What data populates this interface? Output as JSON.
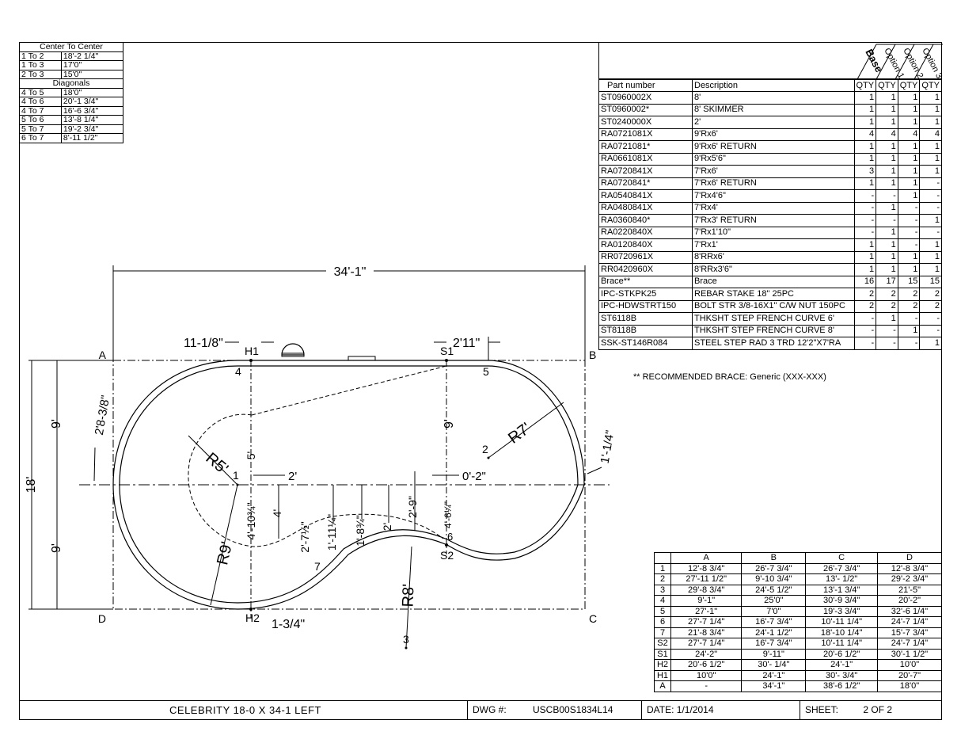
{
  "center_to_center": {
    "title": "Center To Center",
    "rows": [
      [
        "1 To 2",
        "18'-2 1/4\""
      ],
      [
        "1 To 3",
        "17'0\""
      ],
      [
        "2 To 3",
        "15'0\""
      ]
    ],
    "diagonals_title": "Diagonals",
    "diagonals": [
      [
        "4 To 5",
        "18'0\""
      ],
      [
        "4 To 6",
        "20'-1 3/4\""
      ],
      [
        "4 To 7",
        "16'-6 3/4\""
      ],
      [
        "5 To 6",
        "13'-8 1/4\""
      ],
      [
        "5 To 7",
        "19'-2 3/4\""
      ],
      [
        "6 To 7",
        "8'-11 1/2\""
      ]
    ]
  },
  "parts_table": {
    "option_headers": [
      "Base",
      "Option 1",
      "Option 2",
      "Option 3"
    ],
    "col_part": "Part number",
    "col_desc": "Description",
    "col_qty": "QTY",
    "rows": [
      [
        "ST0960002X",
        "8'",
        "1",
        "1",
        "1",
        "1"
      ],
      [
        "ST0960002*",
        "8' SKIMMER",
        "1",
        "1",
        "1",
        "1"
      ],
      [
        "ST0240000X",
        "2'",
        "1",
        "1",
        "1",
        "1"
      ],
      [
        "RA0721081X",
        "9'Rx6'",
        "4",
        "4",
        "4",
        "4"
      ],
      [
        "RA0721081*",
        "9'Rx6' RETURN",
        "1",
        "1",
        "1",
        "1"
      ],
      [
        "RA0661081X",
        "9'Rx5'6\"",
        "1",
        "1",
        "1",
        "1"
      ],
      [
        "RA0720841X",
        "7'Rx6'",
        "3",
        "1",
        "1",
        "1"
      ],
      [
        "RA0720841*",
        "7'Rx6' RETURN",
        "1",
        "1",
        "1",
        "-"
      ],
      [
        "RA0540841X",
        "7'Rx4'6\"",
        "-",
        "-",
        "1",
        "-"
      ],
      [
        "RA0480841X",
        "7'Rx4'",
        "-",
        "1",
        "-",
        "-"
      ],
      [
        "RA0360840*",
        "7'Rx3' RETURN",
        "-",
        "-",
        "-",
        "1"
      ],
      [
        "RA0220840X",
        "7'Rx1'10\"",
        "-",
        "1",
        "-",
        "-"
      ],
      [
        "RA0120840X",
        "7'Rx1'",
        "1",
        "1",
        "-",
        "1"
      ],
      [
        "RR0720961X",
        "8'RRx6'",
        "1",
        "1",
        "1",
        "1"
      ],
      [
        "RR0420960X",
        "8'RRx3'6\"",
        "1",
        "1",
        "1",
        "1"
      ],
      [
        "Brace**",
        "Brace",
        "16",
        "17",
        "15",
        "15"
      ],
      [
        "IPC-STKPK25",
        "REBAR STAKE 18\" 25PC",
        "2",
        "2",
        "2",
        "2"
      ],
      [
        "IPC-HDWSTRT150",
        "BOLT STR 3/8-16X1\" C/W NUT 150PC",
        "2",
        "2",
        "2",
        "2"
      ],
      [
        "ST6118B",
        "THKSHT STEP FRENCH CURVE 6'",
        "-",
        "1",
        "-",
        "-"
      ],
      [
        "ST8118B",
        "THKSHT STEP FRENCH CURVE 8'",
        "-",
        "-",
        "1",
        "-"
      ],
      [
        "SSK-ST146R084",
        "STEEL STEP RAD 3 TRD 12'2\"X7'RA",
        "-",
        "-",
        "-",
        "1"
      ]
    ],
    "note": "** RECOMMENDED BRACE:  Generic (XXX-XXX)"
  },
  "coord_table": {
    "headers": [
      "",
      "A",
      "B",
      "C",
      "D"
    ],
    "rows": [
      [
        "1",
        "12'-8 3/4\"",
        "26'-7 3/4\"",
        "26'-7 3/4\"",
        "12'-8 3/4\""
      ],
      [
        "2",
        "27'-11 1/2\"",
        "9'-10 3/4\"",
        "13'- 1/2\"",
        "29'-2 3/4\""
      ],
      [
        "3",
        "29'-8 3/4\"",
        "24'-5 1/2\"",
        "13'-1 3/4\"",
        "21'-5\""
      ],
      [
        "4",
        "9'-1\"",
        "25'0\"",
        "30'-9 3/4\"",
        "20'-2\""
      ],
      [
        "5",
        "27'-1\"",
        "7'0\"",
        "19'-3 3/4\"",
        "32'-6 1/4\""
      ],
      [
        "6",
        "27'-7 1/4\"",
        "16'-7 3/4\"",
        "10'-11 1/4\"",
        "24'-7 1/4\""
      ],
      [
        "7",
        "21'-8 3/4\"",
        "24'-1 1/2\"",
        "18'-10 1/4\"",
        "15'-7 3/4\""
      ],
      [
        "S2",
        "27'-7 1/4\"",
        "16'-7 3/4\"",
        "10'-11 1/4\"",
        "24'-7 1/4\""
      ],
      [
        "S1",
        "24'-2\"",
        "9'-11\"",
        "20'-6 1/2\"",
        "30'-1 1/2\""
      ],
      [
        "H2",
        "20'-6 1/2\"",
        "30'- 1/4\"",
        "24'-1\"",
        "10'0\""
      ],
      [
        "H1",
        "10'0\"",
        "24'-1\"",
        "30'- 3/4\"",
        "20'-7\""
      ],
      [
        "A",
        "-",
        "34'-1\"",
        "38'-6 1/2\"",
        "18'0\""
      ]
    ]
  },
  "drawing": {
    "overall_length": "34'-1\"",
    "overall_width": "18'",
    "dim_9_top": "9'",
    "dim_9_bottom": "9'",
    "dim_9_mid": "9'",
    "dim_11_18": "11-1/8\"",
    "dim_2_11": "2'11\"",
    "dim_2_8_38": "2'8-3/8\"",
    "dim_1_14": "1'-1/4\"",
    "dim_1_34": "1-3/4\"",
    "dim_5": "5'",
    "dim_2": "2'",
    "dim_0_2": "0'-2\"",
    "dim_4": "4'",
    "dim_4_10": "4'-10¾\"",
    "dim_2_7": "2'-7½\"",
    "dim_1_11": "1'-11¼\"",
    "dim_1_8": "1'-8¾\"",
    "dim_2b": "2'",
    "dim_2_9": "2'-9\"",
    "dim_4_6": "4'-6¼\"",
    "r5": "R5'",
    "r7": "R7'",
    "r8": "R8'",
    "r9": "R9'",
    "corner_a": "A",
    "corner_b": "B",
    "corner_c": "C",
    "corner_d": "D",
    "pts": {
      "p1": "1",
      "p2": "2",
      "p3": "3",
      "p4": "4",
      "p5": "5",
      "p6": "6",
      "p7": "7",
      "h1": "H1",
      "h2": "H2",
      "s1": "S1",
      "s2": "S2"
    }
  },
  "title_block": {
    "title": "CELEBRITY 18-0 X 34-1 LEFT",
    "dwg_label": "DWG #:",
    "dwg_value": "USCB00S1834L14",
    "date_label": "DATE:",
    "date_value": "1/1/2014",
    "sheet_label": "SHEET:",
    "sheet_value": "2 OF 2"
  }
}
